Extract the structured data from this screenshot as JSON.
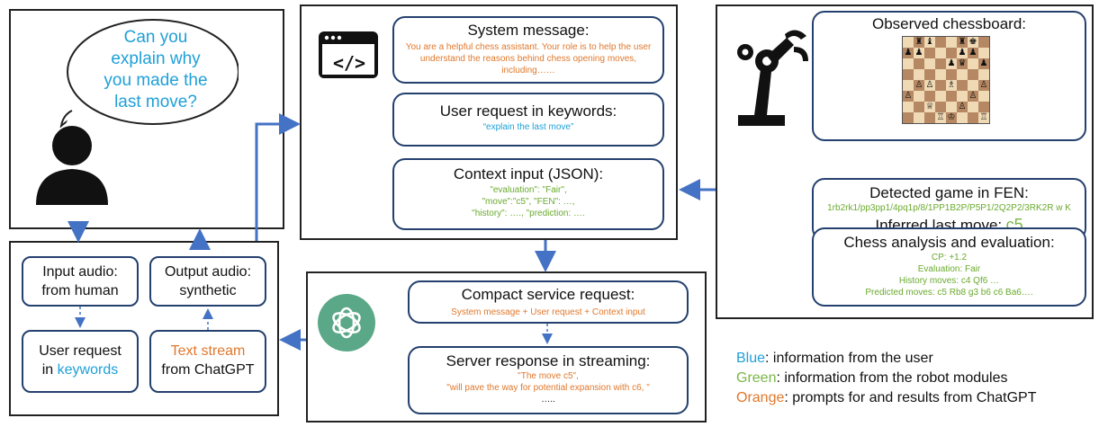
{
  "user_panel": {
    "speech": "Can you explain why you made the last move?"
  },
  "system_panel": {
    "system_message_title": "System message:",
    "system_message_text": "You are a helpful chess assistant. Your role is to help the user understand the reasons behind chess opening moves, including……",
    "user_request_title": "User request in keywords:",
    "user_request_text": "“explain the last move”",
    "context_title": "Context input (JSON):",
    "context_lines": [
      "\"evaluation\": \"Fair\",",
      "\"move\":\"c5\", \"FEN\": …,",
      "\"history\": ….,  \"prediction: …."
    ]
  },
  "chatgpt_panel": {
    "compact_title": "Compact service request:",
    "compact_text": "System message + User request + Context input",
    "server_title": "Server response in streaming:",
    "server_lines": [
      "\"The move c5\",",
      "\"will pave the way for potential expansion with c6, \"",
      "….."
    ]
  },
  "robot_panel": {
    "observed_title": "Observed chessboard:",
    "detected_title": "Detected game in FEN:",
    "fen": "1rb2rk1/pp3pp1/4pq1p/8/1PP1B2P/P5P1/2Q2P2/3RK2R w K",
    "inferred_label": "Inferred last move:",
    "inferred_move": "c5",
    "analysis_title": "Chess analysis and evaluation:",
    "analysis_lines": [
      "CP: +1.2",
      "Evaluation: Fair",
      "History moves: c4 Qf6 …",
      "Predicted moves: c5 Rb8 g3 b6 c6 Ba6…."
    ]
  },
  "audio_panel": {
    "input_audio": [
      "Input audio:",
      "from human"
    ],
    "output_audio": [
      "Output audio:",
      "synthetic"
    ],
    "user_request": [
      "User request",
      "in "
    ],
    "user_request_keyword": "keywords",
    "text_stream_orange": "Text stream",
    "text_stream_rest": "from ChatGPT"
  },
  "legend": {
    "blue_word": "Blue",
    "blue_text": ": information from the user",
    "green_word": "Green",
    "green_text": ": information from the robot modules",
    "orange_word": "Orange",
    "orange_text": ": prompts for and results from ChatGPT"
  },
  "colors": {
    "blue": "#1fa0d8",
    "green": "#7ab648",
    "orange": "#e0782c",
    "wire": "#4472c4",
    "box_border": "#24406e"
  },
  "chessboard": {
    "ranks": [
      [
        "",
        "r",
        "b",
        "",
        "",
        "r",
        "k",
        ""
      ],
      [
        "p",
        "p",
        "",
        "",
        "",
        "p",
        "p",
        ""
      ],
      [
        "",
        "",
        "",
        "",
        "p",
        "q",
        "",
        "p"
      ],
      [
        "",
        "",
        "",
        "",
        "",
        "",
        "",
        ""
      ],
      [
        "",
        "P",
        "P",
        "",
        "B",
        "",
        "",
        "P"
      ],
      [
        "P",
        "",
        "",
        "",
        "",
        "",
        "P",
        ""
      ],
      [
        "",
        "",
        "Q",
        "",
        "",
        "P",
        "",
        ""
      ],
      [
        "",
        "",
        "",
        "R",
        "K",
        "",
        "",
        "R"
      ]
    ]
  }
}
